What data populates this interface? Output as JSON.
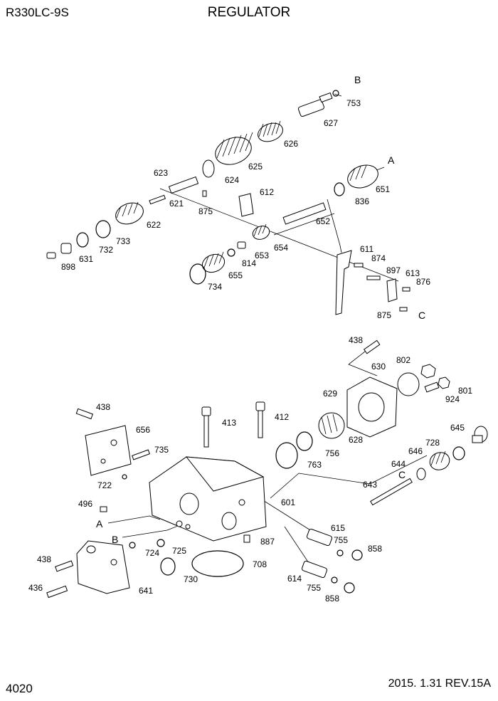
{
  "header": {
    "model": "R330LC-9S",
    "title": "REGULATOR"
  },
  "footer": {
    "page_number": "4020",
    "revision": "2015. 1.31  REV.15A"
  },
  "callouts": {
    "753": "753",
    "627": "627",
    "626": "626",
    "625": "625",
    "624": "624",
    "623": "623",
    "651": "651",
    "836": "836",
    "612": "612",
    "875a": "875",
    "621": "621",
    "622": "622",
    "652": "652",
    "733": "733",
    "732": "732",
    "631": "631",
    "898": "898",
    "654": "654",
    "653": "653",
    "814": "814",
    "655": "655",
    "734": "734",
    "611": "611",
    "874": "874",
    "897": "897",
    "613": "613",
    "876": "876",
    "875b": "875",
    "438a": "438",
    "802": "802",
    "630": "630",
    "801": "801",
    "629": "629",
    "924": "924",
    "438b": "438",
    "656": "656",
    "413": "413",
    "412": "412",
    "628": "628",
    "645": "645",
    "735": "735",
    "763": "763",
    "756": "756",
    "728": "728",
    "646": "646",
    "722": "722",
    "644": "644",
    "643": "643",
    "496": "496",
    "601": "601",
    "615": "615",
    "887": "887",
    "724": "724",
    "725": "725",
    "755a": "755",
    "858a": "858",
    "438c": "438",
    "708": "708",
    "730": "730",
    "614": "614",
    "755b": "755",
    "436": "436",
    "641": "641",
    "858b": "858"
  },
  "refs": {
    "A": "A",
    "B": "B",
    "C": "C"
  }
}
